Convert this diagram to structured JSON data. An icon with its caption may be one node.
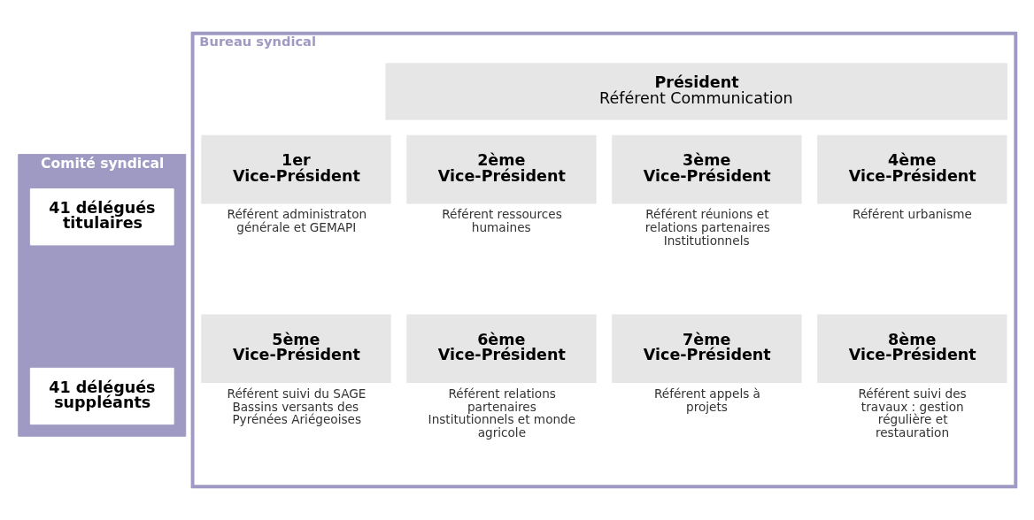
{
  "diagram": {
    "nodes": [
      {
        "text": [
          "Comité syndical"
        ]
      },
      {
        "text": [
          "41 délégués titulaires"
        ],
        "in": 0
      },
      {
        "text": [
          "41 délégués suppléants"
        ],
        "in": 0
      },
      {
        "text": [
          "Bureau syndical"
        ]
      },
      {
        "text": [
          "Président",
          "Référent Communication"
        ],
        "in": 3
      },
      {
        "text": [
          "1er Vice-Président",
          "Référent administraton générale et GEMAPI"
        ],
        "in": 3
      },
      {
        "text": [
          "2ème Vice-Président",
          "Référent ressources humaines"
        ],
        "in": 3
      },
      {
        "text": [
          "3ème Vice-Président",
          "Référent réunions et relations partenaires Institutionnels"
        ],
        "in": 3
      },
      {
        "text": [
          "4ème Vice-Président",
          "Référent urbanisme"
        ],
        "in": 3
      },
      {
        "text": [
          "5ème Vice-Président",
          "Référent suivi du SAGE Bassins versants des Pyrénées Ariégeoises"
        ],
        "in": 3
      },
      {
        "text": [
          "6ème Vice-Président",
          "Référent relations partenaires Institutionnels et monde agricole"
        ],
        "in": 3
      },
      {
        "text": [
          "7ème Vice-Président",
          "Référent appels à projets"
        ],
        "in": 3
      },
      {
        "text": [
          "8ème Vice-Président",
          "Référent suivi des travaux : gestion régulière et restauration"
        ],
        "in": 3
      }
    ],
    "edges": []
  }
}
